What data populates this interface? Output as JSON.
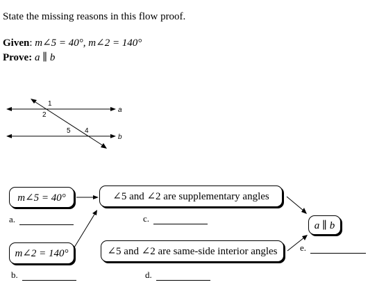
{
  "instruction": "State the missing reasons in this flow proof.",
  "given": {
    "label": "Given",
    "sep": ":",
    "text": "m∠5 = 40°, m∠2 = 140°"
  },
  "prove": {
    "label": "Prove:",
    "text": "a ∥ b"
  },
  "figure": {
    "labels": {
      "angle1": "1",
      "angle2": "2",
      "angle5": "5",
      "angle4": "4",
      "line_a": "a",
      "line_b": "b"
    }
  },
  "flow": {
    "box1": "m∠5 = 40°",
    "box2": "∠5 and ∠2 are supplementary angles",
    "box3": "m∠2 = 140°",
    "box4": "∠5 and ∠2 are same-side interior angles",
    "box5": "a ∥ b"
  },
  "blanks": {
    "a": "a.",
    "b": "b.",
    "c": "c.",
    "d": "d.",
    "e": "e."
  }
}
